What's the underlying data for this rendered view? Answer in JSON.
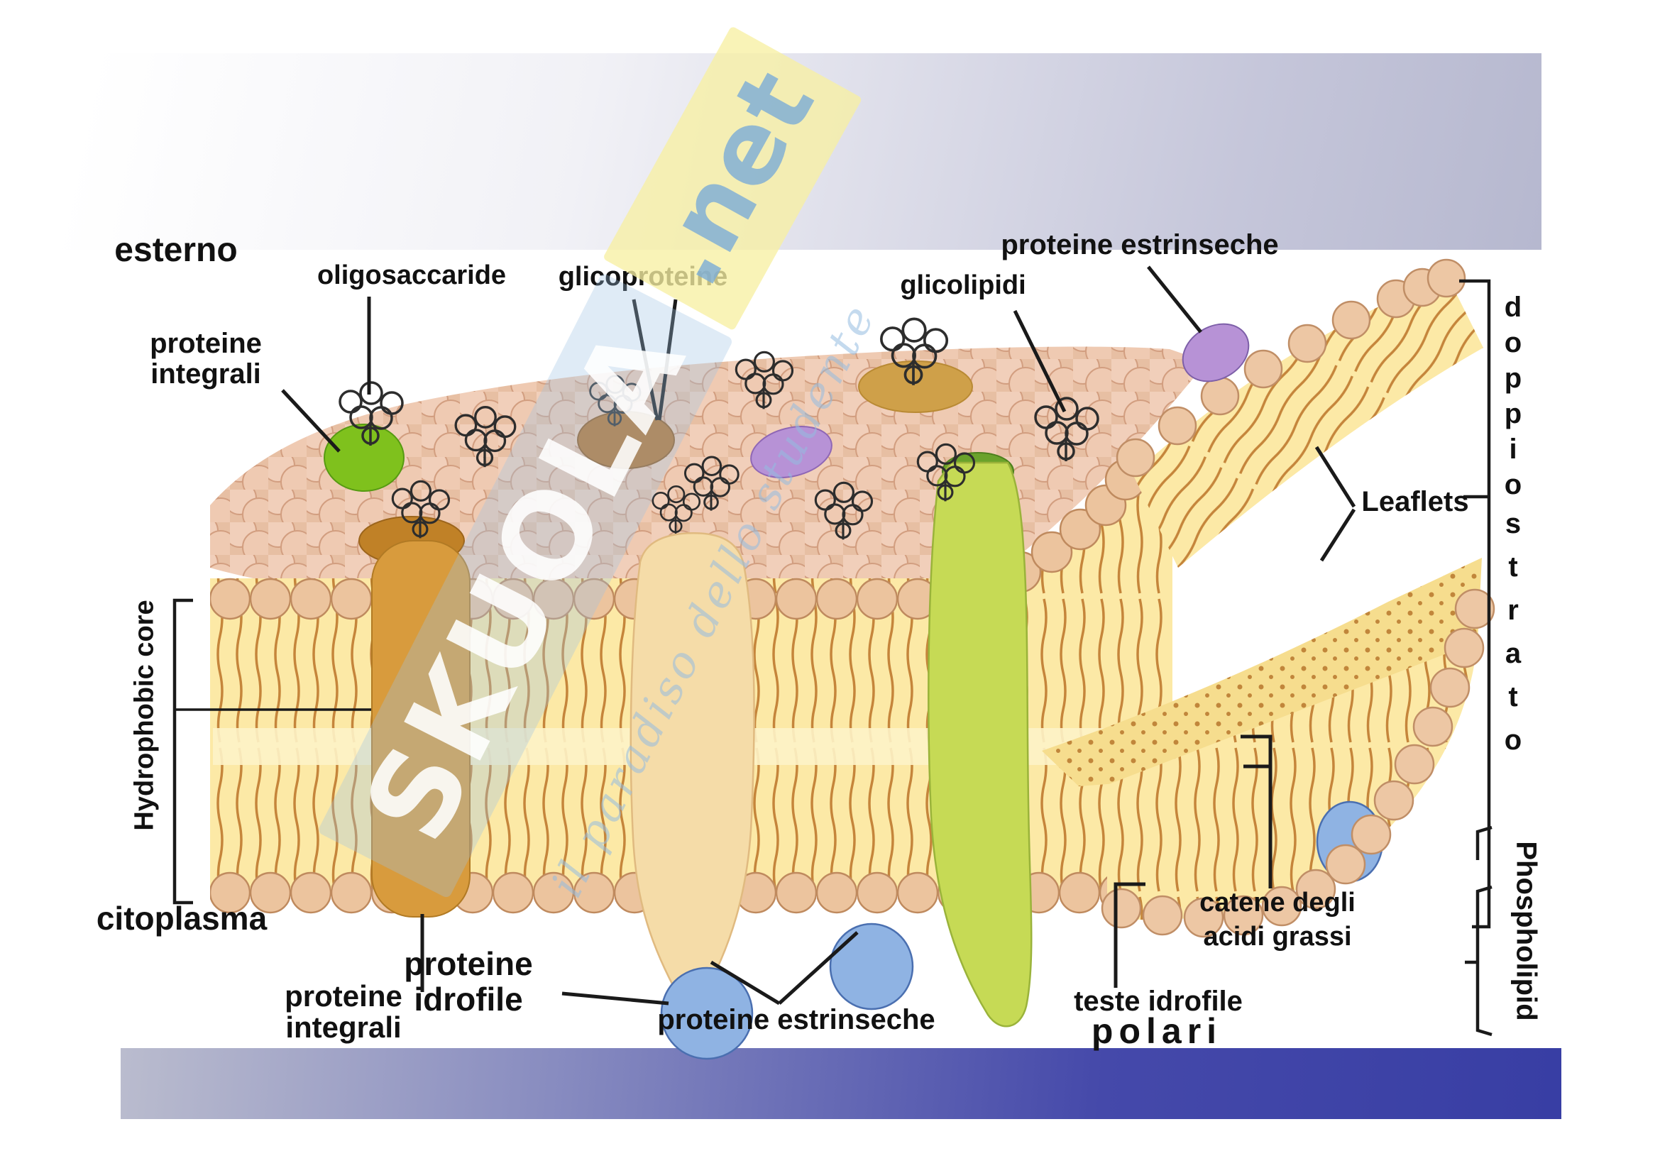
{
  "watermark": {
    "brand": "SKUOLA",
    "tld": ".net",
    "tagline": "il paradiso dello studente"
  },
  "labels": {
    "esterno": "esterno",
    "oligosaccaride": "oligosaccaride",
    "glicoproteine": "glicoproteine",
    "glicolipidi": "glicolipidi",
    "proteine_estrinseche_top": "proteine estrinseche",
    "proteine_integrali_top": {
      "line1": "proteine",
      "line2": "integrali"
    },
    "leaflets": "Leaflets",
    "doppio": "doppio",
    "strato": "strato",
    "hydrophobic_core": "Hydrophobic core",
    "citoplasma": "citoplasma",
    "proteine_integrali_bottom": {
      "line1": "proteine",
      "line2": "integrali"
    },
    "proteine_idrofile": {
      "line1": "proteine",
      "line2": "idrofile"
    },
    "proteine_estrinseche_bottom": "proteine estrinseche",
    "catene_acidi_grassi": {
      "line1": "catene degli",
      "line2": "acidi grassi"
    },
    "teste_idrofile": {
      "line1": "teste idrofile",
      "line2": "polari"
    },
    "phospholipid": "Phospholipid"
  },
  "colors": {
    "header_band_start": "#ffffff",
    "header_band_end": "#b6b8cf",
    "footer_band_start": "#babcce",
    "footer_band_end": "#383ea4",
    "membrane_head": "#ecc49e",
    "membrane_surface_head": "#f1cfba",
    "bilayer_interior": "#fce9a6",
    "fatty_acid_tail": "#c5853b",
    "inner_leaflet_surface": "#f6dd8e",
    "integral_protein_orange": "#d89b3d",
    "integral_protein_orange_cap": "#c08127",
    "integral_protein_cream": "#f5dca8",
    "integral_protein_green": "#c6da55",
    "integral_protein_green_cap": "#6aa22b",
    "surface_protein_green": "#7fc11d",
    "extrinsic_protein_purple": "#b792d6",
    "hydrophilic_protein_blue": "#8fb3e3",
    "glycoprotein_brown": "#b5722a",
    "glycolipid_tan": "#cfa049",
    "label_ink": "#111111",
    "watermark_blue": "#9ec2e5",
    "watermark_yellow": "#f7f0a3"
  }
}
